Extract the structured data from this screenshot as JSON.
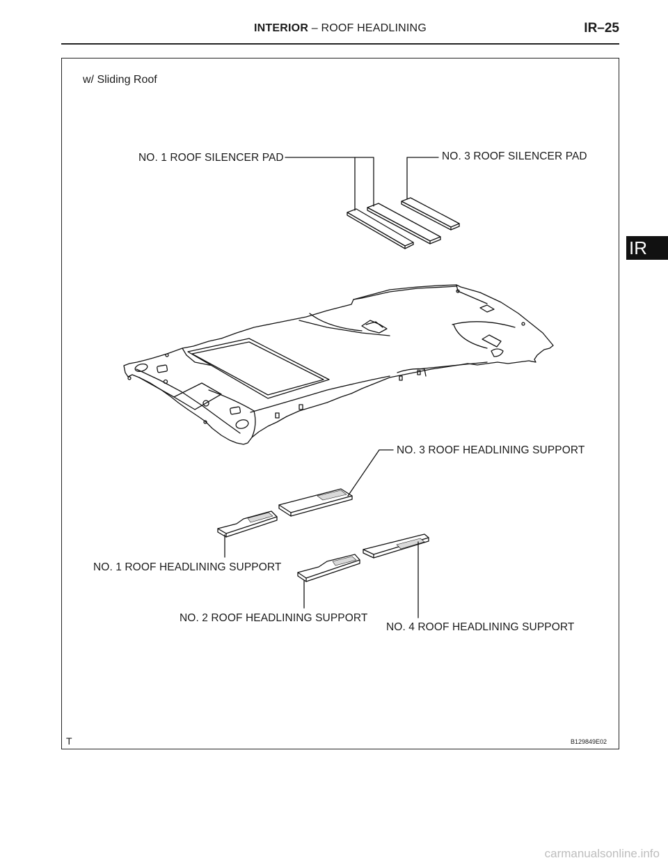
{
  "header": {
    "section": "INTERIOR",
    "separator": "–",
    "subject": "ROOF HEADLINING",
    "page_number": "IR–25"
  },
  "side_tab": "IR",
  "figure": {
    "variant": "w/ Sliding Roof",
    "labels": {
      "no1_silencer_pad": "NO. 1 ROOF SILENCER PAD",
      "no3_silencer_pad": "NO. 3 ROOF SILENCER PAD",
      "no3_support": "NO. 3 ROOF HEADLINING SUPPORT",
      "no1_support": "NO. 1 ROOF HEADLINING SUPPORT",
      "no2_support": "NO. 2 ROOF HEADLINING SUPPORT",
      "no4_support": "NO. 4 ROOF HEADLINING SUPPORT"
    },
    "corner_mark": "T",
    "code": "B129849E02"
  },
  "watermark": "carmanualsonline.info"
}
